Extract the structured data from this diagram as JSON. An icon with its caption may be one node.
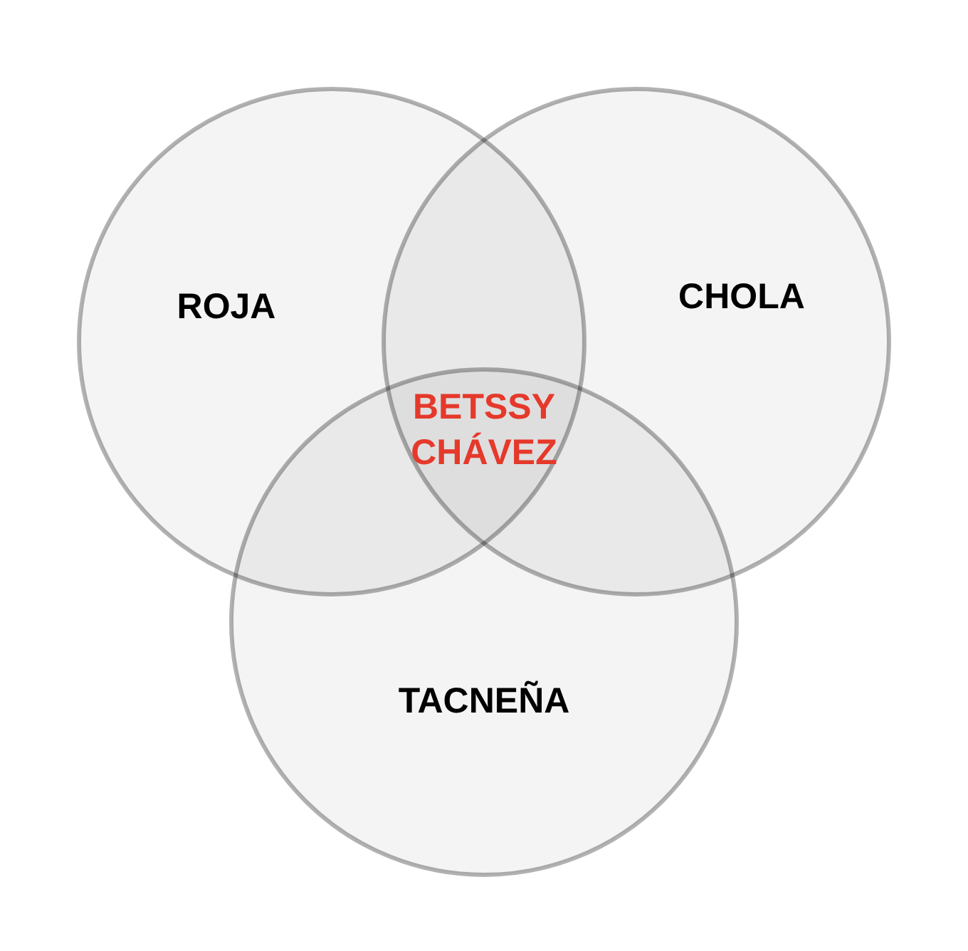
{
  "diagram": {
    "nodes": [
      {
        "text": [
          "ROJA"
        ]
      },
      {
        "text": [
          "CHOLA"
        ]
      },
      {
        "text": [
          "TACNEÑA"
        ]
      }
    ],
    "edges": [],
    "labels": [
      "BETSSY CHÁVEZ"
    ]
  }
}
